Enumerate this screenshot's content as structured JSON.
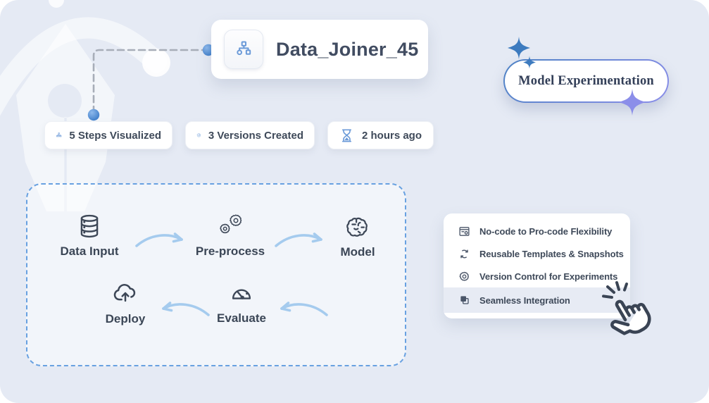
{
  "workspace_card": {
    "title": "Data_Joiner_45",
    "icon": "flow-icon"
  },
  "stats": [
    {
      "icon": "steps-icon",
      "label": "5 Steps Visualized"
    },
    {
      "icon": "versions-icon",
      "label": "3 Versions Created"
    },
    {
      "icon": "hourglass-icon",
      "label": "2 hours ago"
    }
  ],
  "tag": {
    "label": "Model Experimentation"
  },
  "pipeline": {
    "steps": [
      {
        "icon": "database-icon",
        "label": "Data Input"
      },
      {
        "icon": "gears-icon",
        "label": "Pre-process"
      },
      {
        "icon": "brain-icon",
        "label": "Model"
      },
      {
        "icon": "gauge-icon",
        "label": "Evaluate"
      },
      {
        "icon": "cloud-upload-icon",
        "label": "Deploy"
      }
    ]
  },
  "features": {
    "items": [
      {
        "icon": "app-window-icon",
        "label": "No-code to Pro-code Flexibility",
        "highlighted": false
      },
      {
        "icon": "sync-icon",
        "label": "Reusable Templates & Snapshots",
        "highlighted": false
      },
      {
        "icon": "gear-icon",
        "label": "Version Control for Experiments",
        "highlighted": false
      },
      {
        "icon": "copy-icon",
        "label": "Seamless Integration",
        "highlighted": true
      }
    ]
  },
  "colors": {
    "background": "#e5eaf4",
    "card": "#ffffff",
    "text_dark": "#3e4959",
    "accent_blue": "#6b9ad8",
    "arrow_blue": "#a5cbee",
    "dashed_border": "#68a1e1",
    "connector_gray": "#a7adb8",
    "dot_blue": "#4e8ed6",
    "highlight_row": "#e7ebf4",
    "tag_border_start": "#4d82c4",
    "tag_border_end": "#8b8ee9"
  }
}
